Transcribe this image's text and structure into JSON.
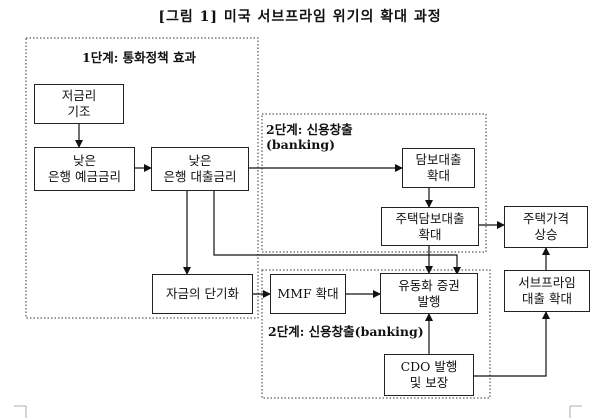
{
  "title": "[그림 1] 미국 서브프라임 위기의  확대 과정",
  "stages": {
    "stage1": "1단계: 통화정책 효과",
    "stage2_top": "2단계: 신용창출\n(banking)",
    "stage2_bottom": "2단계: 신용창출(banking)"
  },
  "boxes": {
    "low_rate": "저금리\n기조",
    "deposit_rate": "낮은\n은행 예금금리",
    "loan_rate": "낮은\n은행 대출금리",
    "short_term": "자금의 단기화",
    "mortgage": "담보대출\n확대",
    "home_mortgage": "주택담보대출\n확대",
    "mmf": "MMF 확대",
    "securities": "유동화 증권\n발행",
    "cdo": "CDO 발행\n및 보장",
    "house_price": "주택가격\n상승",
    "subprime": "서브프라임\n대출 확대"
  }
}
